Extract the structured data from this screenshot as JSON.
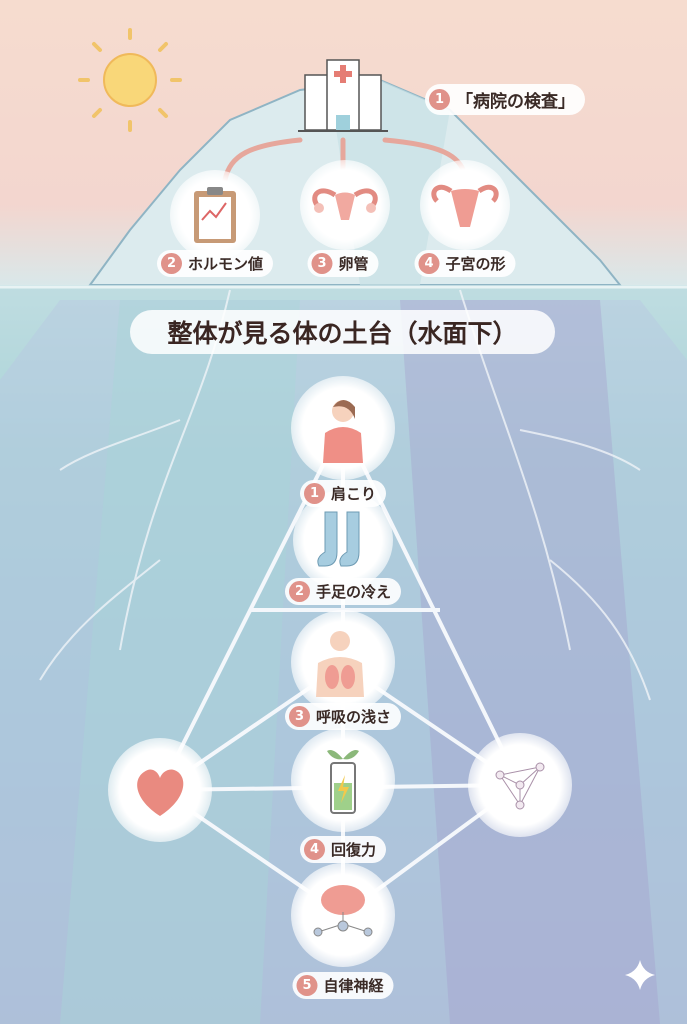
{
  "top": {
    "hospital_label": "「病院の検査」",
    "hospital_num": "1",
    "items": [
      {
        "num": "2",
        "label": "ホルモン値"
      },
      {
        "num": "3",
        "label": "卵管"
      },
      {
        "num": "4",
        "label": "子宮の形"
      }
    ]
  },
  "title": "整体が見る体の土台（水面下）",
  "bottom": {
    "items": [
      {
        "num": "1",
        "label": "肩こり"
      },
      {
        "num": "2",
        "label": "手足の冷え"
      },
      {
        "num": "3",
        "label": "呼吸の浅さ"
      },
      {
        "num": "4",
        "label": "回復力"
      },
      {
        "num": "5",
        "label": "自律神経"
      }
    ]
  },
  "colors": {
    "accent": "#e0928a",
    "text": "#3a2a26"
  }
}
